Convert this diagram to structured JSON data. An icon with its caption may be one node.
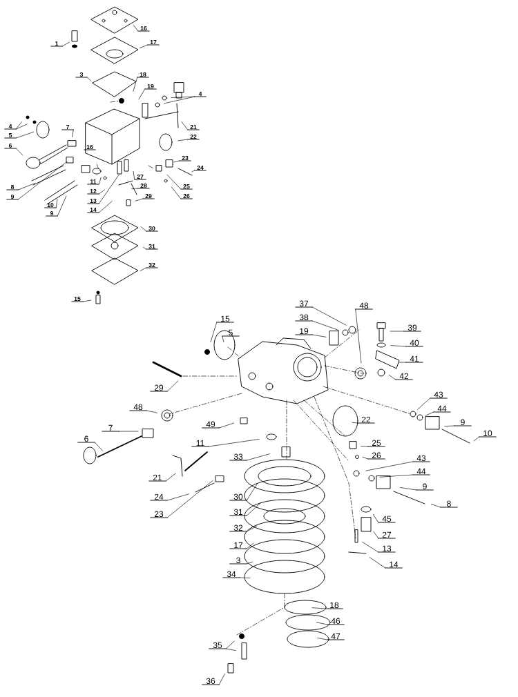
{
  "diagram": {
    "nodes": [
      {
        "text": [
          "1"
        ]
      },
      {
        "text": [
          "16"
        ]
      },
      {
        "text": [
          "17"
        ]
      },
      {
        "text": [
          "3"
        ]
      },
      {
        "text": [
          "18"
        ]
      },
      {
        "text": [
          "19"
        ]
      },
      {
        "text": [
          "4"
        ]
      },
      {
        "text": [
          "4"
        ]
      },
      {
        "text": [
          "7"
        ]
      },
      {
        "text": [
          "21"
        ]
      },
      {
        "text": [
          "5"
        ]
      },
      {
        "text": [
          "22"
        ]
      },
      {
        "text": [
          "6"
        ]
      },
      {
        "text": [
          "16"
        ]
      },
      {
        "text": [
          "23"
        ]
      },
      {
        "text": [
          "24"
        ]
      },
      {
        "text": [
          "27"
        ]
      },
      {
        "text": [
          "11"
        ]
      },
      {
        "text": [
          "8"
        ]
      },
      {
        "text": [
          "28"
        ]
      },
      {
        "text": [
          "25"
        ]
      },
      {
        "text": [
          "12"
        ]
      },
      {
        "text": [
          "9"
        ]
      },
      {
        "text": [
          "29"
        ]
      },
      {
        "text": [
          "26"
        ]
      },
      {
        "text": [
          "13"
        ]
      },
      {
        "text": [
          "10"
        ]
      },
      {
        "text": [
          "14"
        ]
      },
      {
        "text": [
          "9"
        ]
      },
      {
        "text": [
          "30"
        ]
      },
      {
        "text": [
          "31"
        ]
      },
      {
        "text": [
          "32"
        ]
      },
      {
        "text": [
          "15"
        ]
      },
      {
        "text": [
          "37"
        ]
      },
      {
        "text": [
          "48"
        ]
      },
      {
        "text": [
          "15"
        ]
      },
      {
        "text": [
          "38"
        ]
      },
      {
        "text": [
          "39"
        ]
      },
      {
        "text": [
          "19"
        ]
      },
      {
        "text": [
          "5"
        ]
      },
      {
        "text": [
          "40"
        ]
      },
      {
        "text": [
          "41"
        ]
      },
      {
        "text": [
          "42"
        ]
      },
      {
        "text": [
          "29"
        ]
      },
      {
        "text": [
          "43"
        ]
      },
      {
        "text": [
          "48"
        ]
      },
      {
        "text": [
          "44"
        ]
      },
      {
        "text": [
          "22"
        ]
      },
      {
        "text": [
          "9"
        ]
      },
      {
        "text": [
          "49"
        ]
      },
      {
        "text": [
          "7"
        ]
      },
      {
        "text": [
          "10"
        ]
      },
      {
        "text": [
          "6"
        ]
      },
      {
        "text": [
          "25"
        ]
      },
      {
        "text": [
          "11"
        ]
      },
      {
        "text": [
          "26"
        ]
      },
      {
        "text": [
          "33"
        ]
      },
      {
        "text": [
          "43"
        ]
      },
      {
        "text": [
          "44"
        ]
      },
      {
        "text": [
          "21"
        ]
      },
      {
        "text": [
          "9"
        ]
      },
      {
        "text": [
          "30"
        ]
      },
      {
        "text": [
          "24"
        ]
      },
      {
        "text": [
          "8"
        ]
      },
      {
        "text": [
          "31"
        ]
      },
      {
        "text": [
          "23"
        ]
      },
      {
        "text": [
          "45"
        ]
      },
      {
        "text": [
          "32"
        ]
      },
      {
        "text": [
          "27"
        ]
      },
      {
        "text": [
          "17"
        ]
      },
      {
        "text": [
          "13"
        ]
      },
      {
        "text": [
          "3"
        ]
      },
      {
        "text": [
          "14"
        ]
      },
      {
        "text": [
          "34"
        ]
      },
      {
        "text": [
          "18"
        ]
      },
      {
        "text": [
          "46"
        ]
      },
      {
        "text": [
          "47"
        ]
      },
      {
        "text": [
          "35"
        ]
      },
      {
        "text": [
          "36"
        ]
      }
    ],
    "edges": [
      {
        "from": 0,
        "to": null,
        "arrow": "none"
      },
      {
        "from": 1,
        "to": null,
        "arrow": "none"
      },
      {
        "from": 2,
        "to": null,
        "arrow": "none"
      },
      {
        "from": 3,
        "to": null,
        "arrow": "none"
      },
      {
        "from": 4,
        "to": null,
        "arrow": "none"
      },
      {
        "from": 5,
        "to": null,
        "arrow": "none"
      },
      {
        "from": 6,
        "to": null,
        "arrow": "none"
      },
      {
        "from": 6,
        "to": null,
        "arrow": "none"
      },
      {
        "from": 7,
        "to": null,
        "arrow": "none"
      },
      {
        "from": 7,
        "to": null,
        "arrow": "none"
      },
      {
        "from": 8,
        "to": null,
        "arrow": "none"
      },
      {
        "from": 9,
        "to": null,
        "arrow": "none"
      },
      {
        "from": 10,
        "to": null,
        "arrow": "none"
      },
      {
        "from": 11,
        "to": null,
        "arrow": "none"
      },
      {
        "from": 12,
        "to": null,
        "arrow": "none"
      },
      {
        "from": 14,
        "to": null,
        "arrow": "none"
      },
      {
        "from": 15,
        "to": null,
        "arrow": "none"
      },
      {
        "from": 16,
        "to": null,
        "arrow": "none"
      },
      {
        "from": 17,
        "to": null,
        "arrow": "none"
      },
      {
        "from": 18,
        "to": null,
        "arrow": "none"
      },
      {
        "from": 19,
        "to": null,
        "arrow": "none"
      },
      {
        "from": 20,
        "to": null,
        "arrow": "none"
      },
      {
        "from": 21,
        "to": null,
        "arrow": "none"
      },
      {
        "from": 22,
        "to": null,
        "arrow": "none"
      },
      {
        "from": 23,
        "to": null,
        "arrow": "none"
      },
      {
        "from": 24,
        "to": null,
        "arrow": "none"
      },
      {
        "from": 25,
        "to": null,
        "arrow": "none"
      },
      {
        "from": 26,
        "to": null,
        "arrow": "none"
      },
      {
        "from": 27,
        "to": null,
        "arrow": "none"
      },
      {
        "from": 28,
        "to": null,
        "arrow": "none"
      },
      {
        "from": 29,
        "to": null,
        "arrow": "none"
      },
      {
        "from": 30,
        "to": null,
        "arrow": "none"
      },
      {
        "from": 31,
        "to": null,
        "arrow": "none"
      },
      {
        "from": 32,
        "to": null,
        "arrow": "none"
      },
      {
        "from": 33,
        "to": null,
        "arrow": "none"
      },
      {
        "from": 34,
        "to": null,
        "arrow": "none"
      },
      {
        "from": 35,
        "to": null,
        "arrow": "none"
      },
      {
        "from": 36,
        "to": null,
        "arrow": "none"
      },
      {
        "from": 37,
        "to": null,
        "arrow": "none"
      },
      {
        "from": 38,
        "to": null,
        "arrow": "none"
      },
      {
        "from": 39,
        "to": null,
        "arrow": "none"
      },
      {
        "from": 40,
        "to": null,
        "arrow": "none"
      },
      {
        "from": 41,
        "to": null,
        "arrow": "none"
      },
      {
        "from": 42,
        "to": null,
        "arrow": "none"
      },
      {
        "from": 43,
        "to": null,
        "arrow": "none"
      },
      {
        "from": 44,
        "to": null,
        "arrow": "none"
      },
      {
        "from": 45,
        "to": null,
        "arrow": "none"
      },
      {
        "from": 46,
        "to": null,
        "arrow": "none"
      },
      {
        "from": 47,
        "to": null,
        "arrow": "none"
      },
      {
        "from": 48,
        "to": null,
        "arrow": "none"
      },
      {
        "from": 49,
        "to": null,
        "arrow": "none"
      },
      {
        "from": 50,
        "to": null,
        "arrow": "none"
      },
      {
        "from": 51,
        "to": null,
        "arrow": "none"
      },
      {
        "from": 52,
        "to": null,
        "arrow": "none"
      },
      {
        "from": 53,
        "to": null,
        "arrow": "none"
      },
      {
        "from": 54,
        "to": null,
        "arrow": "none"
      },
      {
        "from": 55,
        "to": null,
        "arrow": "none"
      },
      {
        "from": 56,
        "to": null,
        "arrow": "none"
      },
      {
        "from": 57,
        "to": null,
        "arrow": "none"
      },
      {
        "from": 58,
        "to": null,
        "arrow": "none"
      },
      {
        "from": 59,
        "to": null,
        "arrow": "none"
      },
      {
        "from": 60,
        "to": null,
        "arrow": "none"
      },
      {
        "from": 61,
        "to": null,
        "arrow": "none"
      },
      {
        "from": 62,
        "to": null,
        "arrow": "none"
      },
      {
        "from": 63,
        "to": null,
        "arrow": "none"
      },
      {
        "from": 64,
        "to": null,
        "arrow": "none"
      },
      {
        "from": 65,
        "to": null,
        "arrow": "none"
      },
      {
        "from": 66,
        "to": null,
        "arrow": "none"
      },
      {
        "from": 67,
        "to": null,
        "arrow": "none"
      },
      {
        "from": 68,
        "to": null,
        "arrow": "none"
      },
      {
        "from": 69,
        "to": null,
        "arrow": "none"
      },
      {
        "from": 70,
        "to": null,
        "arrow": "none"
      },
      {
        "from": 71,
        "to": null,
        "arrow": "none"
      },
      {
        "from": 72,
        "to": null,
        "arrow": "none"
      },
      {
        "from": 73,
        "to": null,
        "arrow": "none"
      },
      {
        "from": 74,
        "to": null,
        "arrow": "none"
      },
      {
        "from": 75,
        "to": null,
        "arrow": "none"
      },
      {
        "from": 76,
        "to": null,
        "arrow": "none"
      },
      {
        "from": 77,
        "to": null,
        "arrow": "none"
      },
      {
        "from": 77,
        "to": null,
        "arrow": "none"
      },
      {
        "from": 78,
        "to": null,
        "arrow": "none"
      }
    ]
  }
}
